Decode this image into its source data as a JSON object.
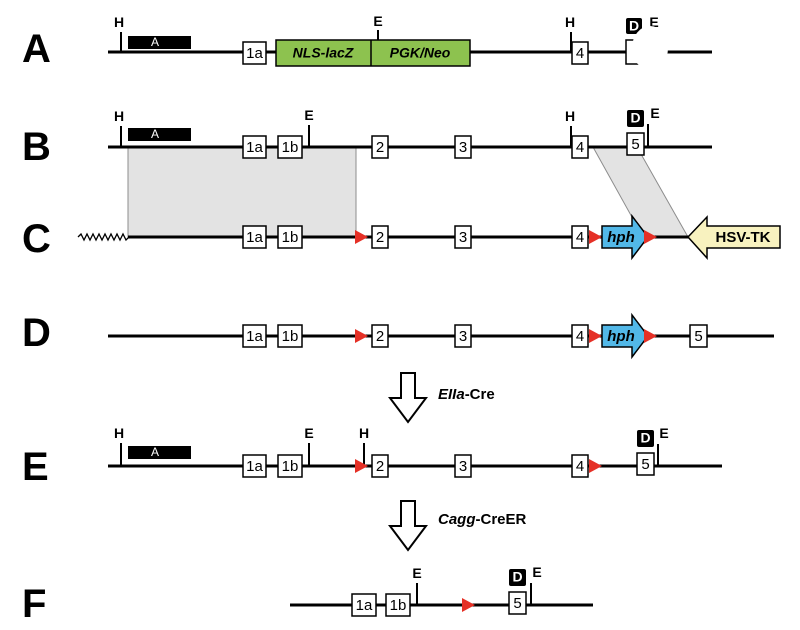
{
  "rows": {
    "A": "A",
    "B": "B",
    "C": "C",
    "D": "D",
    "E": "E",
    "F": "F"
  },
  "sites": {
    "hindiii": "H",
    "ecori": "E"
  },
  "probes": {
    "probe_a": "A",
    "probe_d": "D"
  },
  "exons": {
    "e1a": "1a",
    "e1b": "1b",
    "e2": "2",
    "e3": "3",
    "e4": "4",
    "e5": "5"
  },
  "cassettes": {
    "nls_lacz": "NLS-lacZ",
    "pgk_neo": "PGK/Neo",
    "hph": "hph",
    "hsv_tk": "HSV-TK"
  },
  "steps": {
    "step1_italic": "EIIa",
    "step1_rest": "-Cre",
    "step2_italic": "Cagg",
    "step2_rest": "-CreER"
  },
  "colors": {
    "lacz_green": "#8dc24f",
    "hph_blue": "#52b8e8",
    "tk_yellow": "#f8f2bf",
    "loxp_red": "#e53026",
    "homology_gray": "#e3e3e3"
  }
}
